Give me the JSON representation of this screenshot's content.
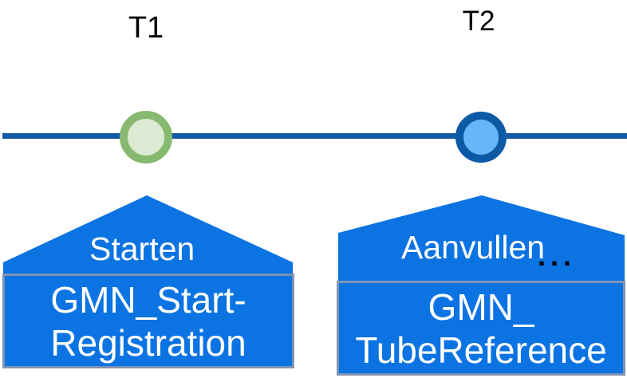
{
  "page": {
    "background_color": "#FFFFFF"
  },
  "timeline": {
    "line_color": "#1659A5",
    "points": [
      {
        "id": "t1",
        "label": "T1",
        "marker": {
          "border_color": "#87BA70",
          "fill_color": "#DDEAD3"
        }
      },
      {
        "id": "t2",
        "label": "T2",
        "marker": {
          "border_color": "#0C5AA6",
          "fill_color": "#68B5F7"
        }
      }
    ]
  },
  "events": [
    {
      "action_label": "Starten",
      "box_lines": [
        "GMN_Start-",
        "Registration"
      ],
      "shape_color": "#0B73E2",
      "box_border_color": "#8093B3",
      "text_color": "#FFFFFF"
    },
    {
      "action_label": "Aanvullen",
      "ellipsis": "...",
      "box_lines": [
        "GMN_",
        "TubeReference"
      ],
      "shape_color": "#0B73E2",
      "box_border_color": "#8093B3",
      "text_color": "#FFFFFF"
    }
  ]
}
